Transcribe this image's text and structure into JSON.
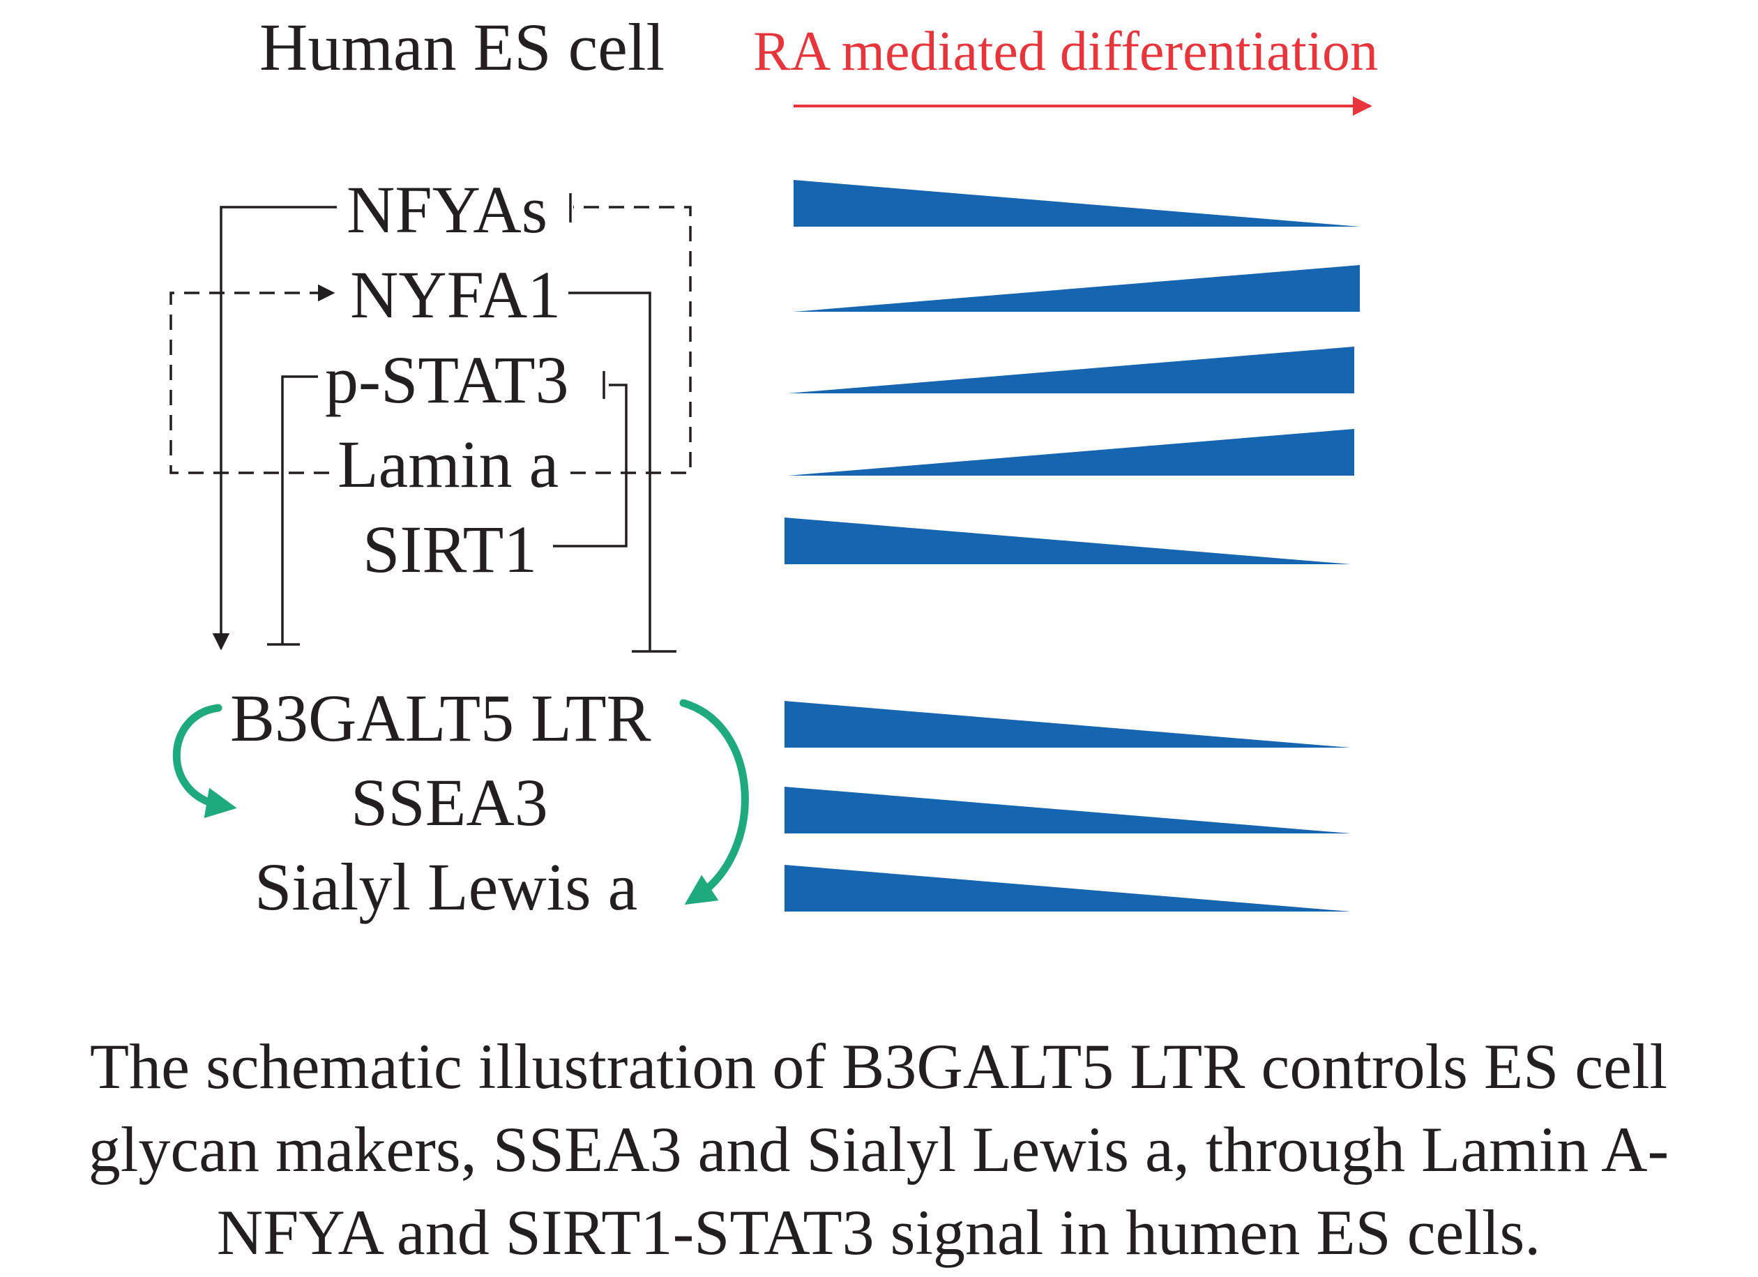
{
  "header": {
    "cell_label": "Human ES cell",
    "process_label": "RA mediated differentiation"
  },
  "regulators": {
    "nfyas": "NFYAs",
    "nyfa1": "NYFA1",
    "pstat3": "p-STAT3",
    "lamin": "Lamin a",
    "sirt1": "SIRT1"
  },
  "markers": {
    "b3galt5": "B3GALT5 LTR",
    "ssea3": "SSEA3",
    "sialyl": "Sialyl Lewis a"
  },
  "expression_trends": [
    {
      "label": "NFYAs",
      "trend": "decrease"
    },
    {
      "label": "NYFA1",
      "trend": "increase"
    },
    {
      "label": "p-STAT3",
      "trend": "increase"
    },
    {
      "label": "Lamin a",
      "trend": "increase"
    },
    {
      "label": "SIRT1",
      "trend": "decrease"
    },
    {
      "label": "B3GALT5 LTR",
      "trend": "decrease"
    },
    {
      "label": "SSEA3",
      "trend": "decrease"
    },
    {
      "label": "Sialyl Lewis a",
      "trend": "decrease"
    }
  ],
  "caption": {
    "line1": "The schematic illustration of B3GALT5 LTR controls ES cell",
    "line2": "glycan makers, SSEA3 and Sialyl Lewis a, through Lamin A-",
    "line3": "NFYA and SIRT1-STAT3 signal in humen ES cells."
  },
  "colors": {
    "text": "#231f20",
    "accent_red": "#e8353b",
    "wedge_blue": "#1565b0",
    "arrow_green": "#1eaa7c"
  }
}
